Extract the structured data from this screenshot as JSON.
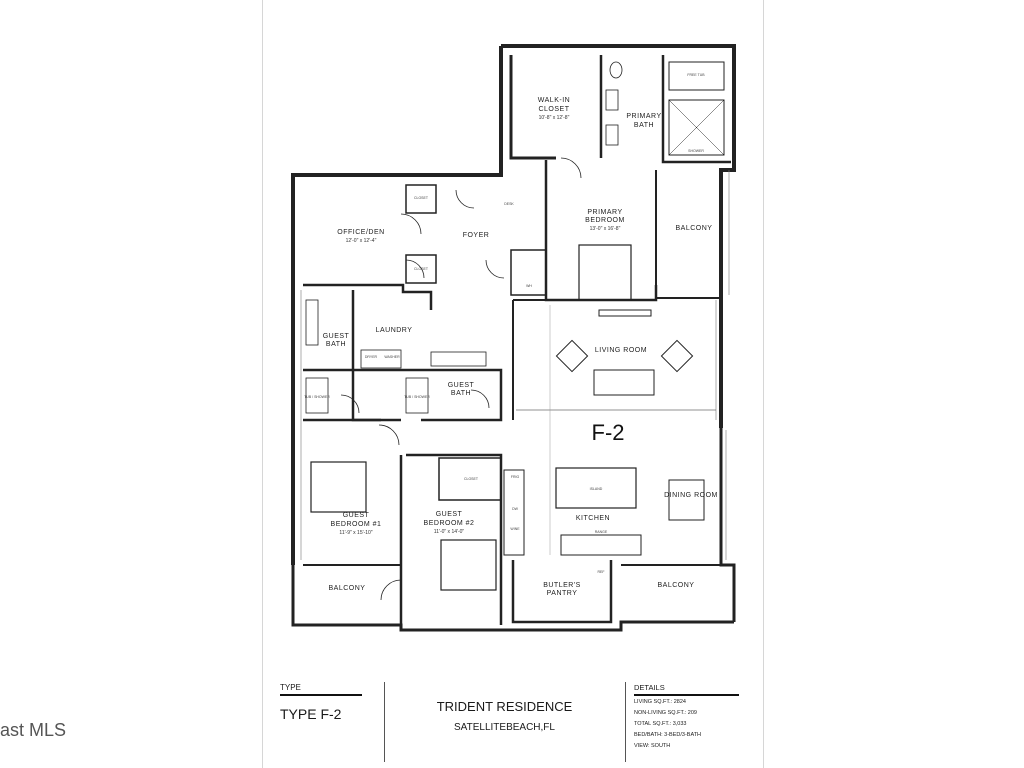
{
  "watermark": "ast MLS",
  "plan": {
    "unit_label": "F-2",
    "rooms": {
      "walk_in_closet": {
        "name": [
          "WALK-IN",
          "CLOSET"
        ],
        "size": "10'-8\" x 12'-8\""
      },
      "primary_bath": {
        "name": [
          "PRIMARY",
          "BATH"
        ]
      },
      "primary_bedroom": {
        "name": [
          "PRIMARY",
          "BEDROOM"
        ],
        "size": "13'-0\" x 16'-8\""
      },
      "balcony_east": "BALCONY",
      "office": {
        "name": "OFFICE/DEN",
        "size": "12'-0\" x 12'-4\""
      },
      "foyer": "FOYER",
      "guest_bath_1": {
        "name": [
          "GUEST",
          "BATH"
        ]
      },
      "laundry": "LAUNDRY",
      "guest_bath_2": {
        "name": [
          "GUEST",
          "BATH"
        ]
      },
      "living_room": "LIVING ROOM",
      "guest_bedroom_1": {
        "name": [
          "GUEST",
          "BEDROOM #1"
        ],
        "size": "11'-9\" x 15'-10\""
      },
      "guest_bedroom_2": {
        "name": [
          "GUEST",
          "BEDROOM #2"
        ],
        "size": "11'-0\" x 14'-0\""
      },
      "kitchen": "KITCHEN",
      "dining_room": "DINING ROOM",
      "balcony_sw": "BALCONY",
      "butlers_pantry": {
        "name": [
          "BUTLER'S",
          "PANTRY"
        ]
      },
      "balcony_se": "BALCONY"
    },
    "small_labels": {
      "closet": "CLOSET",
      "desk": "DESK",
      "wh": "WH",
      "tub_shower": "TUB / SHOWER",
      "free_tub": "FREE TUB",
      "shower": "SHOWER",
      "range": "RANGE",
      "frig": "FRIG",
      "dw": "DW",
      "wine": "WINE",
      "ref": "REF",
      "island": "ISLAND",
      "dryer": "DRYER",
      "washer": "WASHER"
    }
  },
  "title_block": {
    "type_heading": "TYPE",
    "type_value": "TYPE F-2",
    "project_name": "TRIDENT RESIDENCE",
    "location": "SATELLITEBEACH,FL",
    "details_heading": "DETAILS",
    "details": [
      "LIVING SQ.FT.: 2824",
      "NON-LIVING SQ.FT.: 209",
      "TOTAL SQ.FT.: 3,033",
      "BED/BATH: 3-BED/3-BATH",
      "VIEW: SOUTH"
    ]
  }
}
